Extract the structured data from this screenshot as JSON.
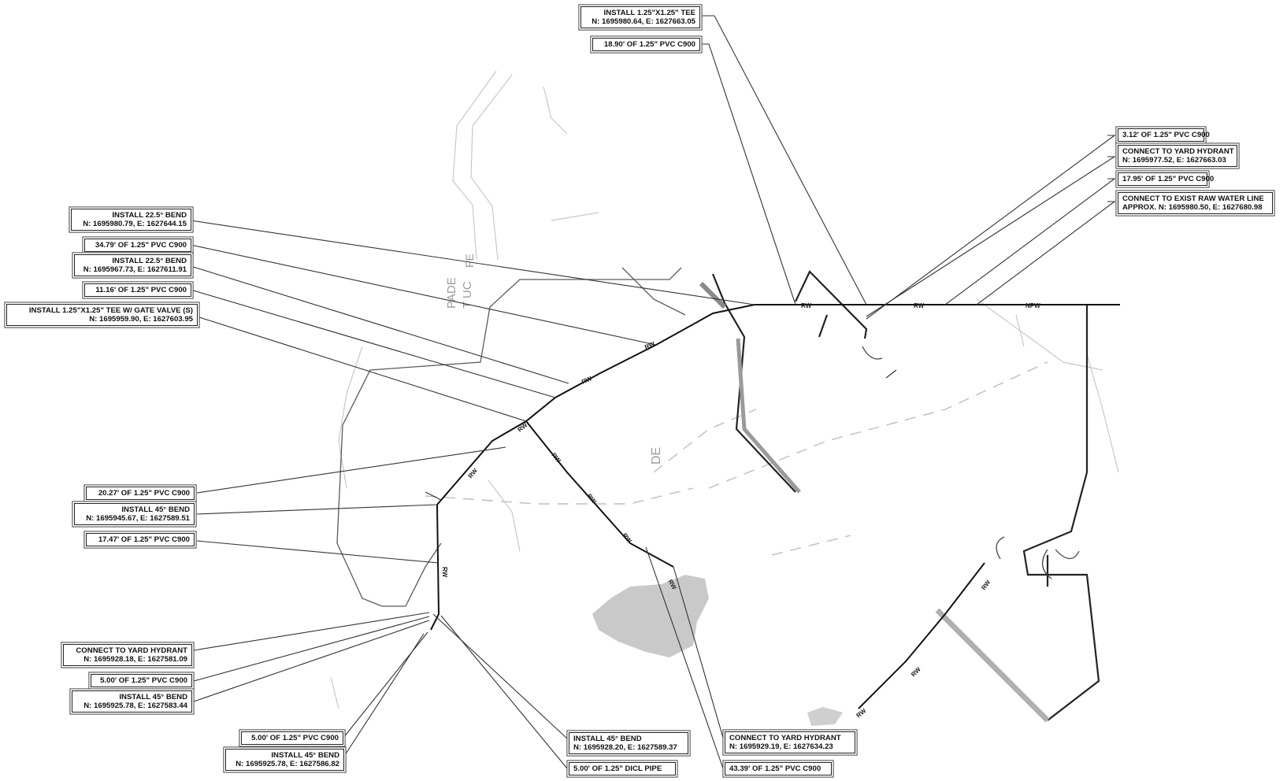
{
  "callouts": {
    "tee_top": {
      "line1": "INSTALL  1.25\"X1.25\" TEE",
      "line2": "N: 1695980.64, E: 1627663.05"
    },
    "pipe_18_90": {
      "line1": "18.90' OF 1.25\" PVC C900"
    },
    "pipe_3_12": {
      "line1": "3.12' OF 1.25\" PVC C900"
    },
    "yard_hydrant_ne": {
      "line1": "CONNECT TO YARD HYDRANT",
      "line2": "N: 1695977.52, E: 1627663.03"
    },
    "pipe_17_95": {
      "line1": "17.95' OF 1.25\" PVC C900"
    },
    "exist_raw_water": {
      "line1": "CONNECT TO EXIST RAW WATER LINE",
      "line2": "APPROX. N: 1695980.50, E: 1627680.98"
    },
    "bend_22_upper": {
      "line1": "INSTALL  22.5° BEND",
      "line2": "N: 1695980.79, E: 1627644.15"
    },
    "pipe_34_79": {
      "line1": "34.79' OF 1.25\" PVC C900"
    },
    "bend_22_lower": {
      "line1": "INSTALL  22.5° BEND",
      "line2": "N: 1695967.73, E: 1627611.91"
    },
    "pipe_11_16": {
      "line1": "11.16' OF 1.25\" PVC C900"
    },
    "tee_gate": {
      "line1": "INSTALL  1.25\"X1.25\" TEE W/ GATE VALVE (S)",
      "line2": "N: 1695959.90, E: 1627603.95"
    },
    "pipe_20_27": {
      "line1": "20.27' OF 1.25\" PVC C900"
    },
    "bend_45_w": {
      "line1": "INSTALL  45° BEND",
      "line2": "N: 1695945.67, E: 1627589.51"
    },
    "pipe_17_47": {
      "line1": "17.47' OF 1.25\" PVC C900"
    },
    "yard_hydrant_w": {
      "line1": "CONNECT TO YARD HYDRANT",
      "line2": "N: 1695928.18, E: 1627581.09"
    },
    "pipe_5_00_a": {
      "line1": "5.00' OF 1.25\" PVC C900"
    },
    "bend_45_sw": {
      "line1": "INSTALL  45° BEND",
      "line2": "N: 1695925.78, E: 1627583.44"
    },
    "pipe_5_00_b": {
      "line1": "5.00' OF 1.25\" PVC C900"
    },
    "bend_45_s": {
      "line1": "INSTALL  45° BEND",
      "line2": "N: 1695925.78, E: 1627586.82"
    },
    "bend_45_se": {
      "line1": "INSTALL  45° BEND",
      "line2": "N: 1695928.20, E: 1627589.37"
    },
    "dicl_pipe": {
      "line1": "5.00' OF 1.25\" DICL PIPE"
    },
    "yard_hydrant_s": {
      "line1": "CONNECT TO YARD HYDRANT",
      "line2": "N: 1695929.19, E: 1627634.23"
    },
    "pipe_43_39": {
      "line1": "43.39' OF 1.25\" PVC C900"
    }
  },
  "line_labels": {
    "rw": "RW",
    "npw": "NPW"
  },
  "background_text": {
    "pade": "PADE",
    "tuc": "T UC",
    "fe": "FE",
    "de": "DE"
  }
}
